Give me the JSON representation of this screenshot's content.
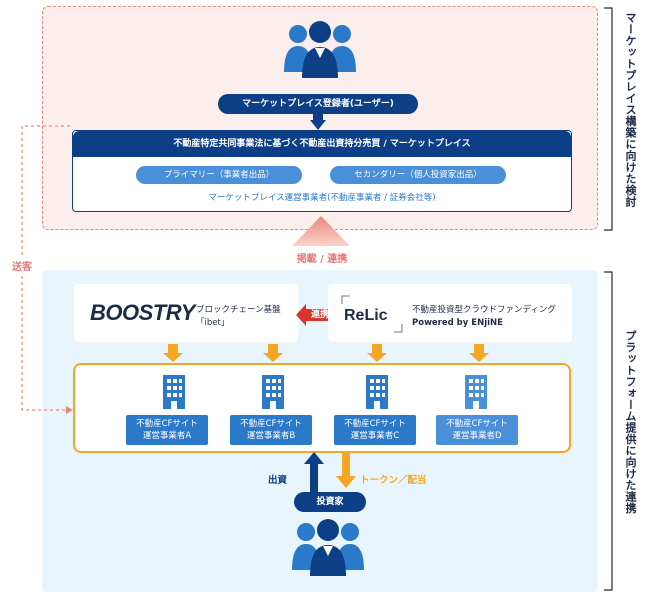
{
  "top_section": {
    "side_label": "マーケットプレイス構築に向けた検討",
    "registrant_pill": "マーケットプレイス登録者(ユーザー)",
    "marketplace_header": "不動産特定共同事業法に基づく不動産出資持分売買 / マーケットプレイス",
    "primary_pill": "プライマリー（事業者出品）",
    "secondary_pill": "セカンダリー（個人投資家出品）",
    "operator_text": "マーケットプレイス運営事業者(不動産事業者 / 証券会社等)"
  },
  "middle": {
    "publish_label": "掲載 / 連携",
    "referral_label": "送客"
  },
  "bottom_section": {
    "side_label": "プラットフォーム提供に向けた連携",
    "boostry_logo": "BOOSTRY",
    "boostry_desc_line1": "ブロックチェーン基盤",
    "boostry_desc_line2": "「ibet」",
    "link_label": "連携",
    "relic_logo": "ReLic",
    "relic_desc_line1": "不動産投資型クラウドファンディング",
    "relic_desc_line2": "Powered by ENjiNE",
    "sites": [
      {
        "line1": "不動産CFサイト",
        "line2": "運営事業者A"
      },
      {
        "line1": "不動産CFサイト",
        "line2": "運営事業者B"
      },
      {
        "line1": "不動産CFサイト",
        "line2": "運営事業者C"
      },
      {
        "line1": "不動産CFサイト",
        "line2": "運営事業者D"
      }
    ],
    "investment_label": "出資",
    "token_label": "トークン／配当",
    "investor_pill": "投資家"
  },
  "colors": {
    "navy": "#0c3f86",
    "blue": "#2b79c9",
    "orange": "#f5a623",
    "salmon": "#e9887a"
  }
}
